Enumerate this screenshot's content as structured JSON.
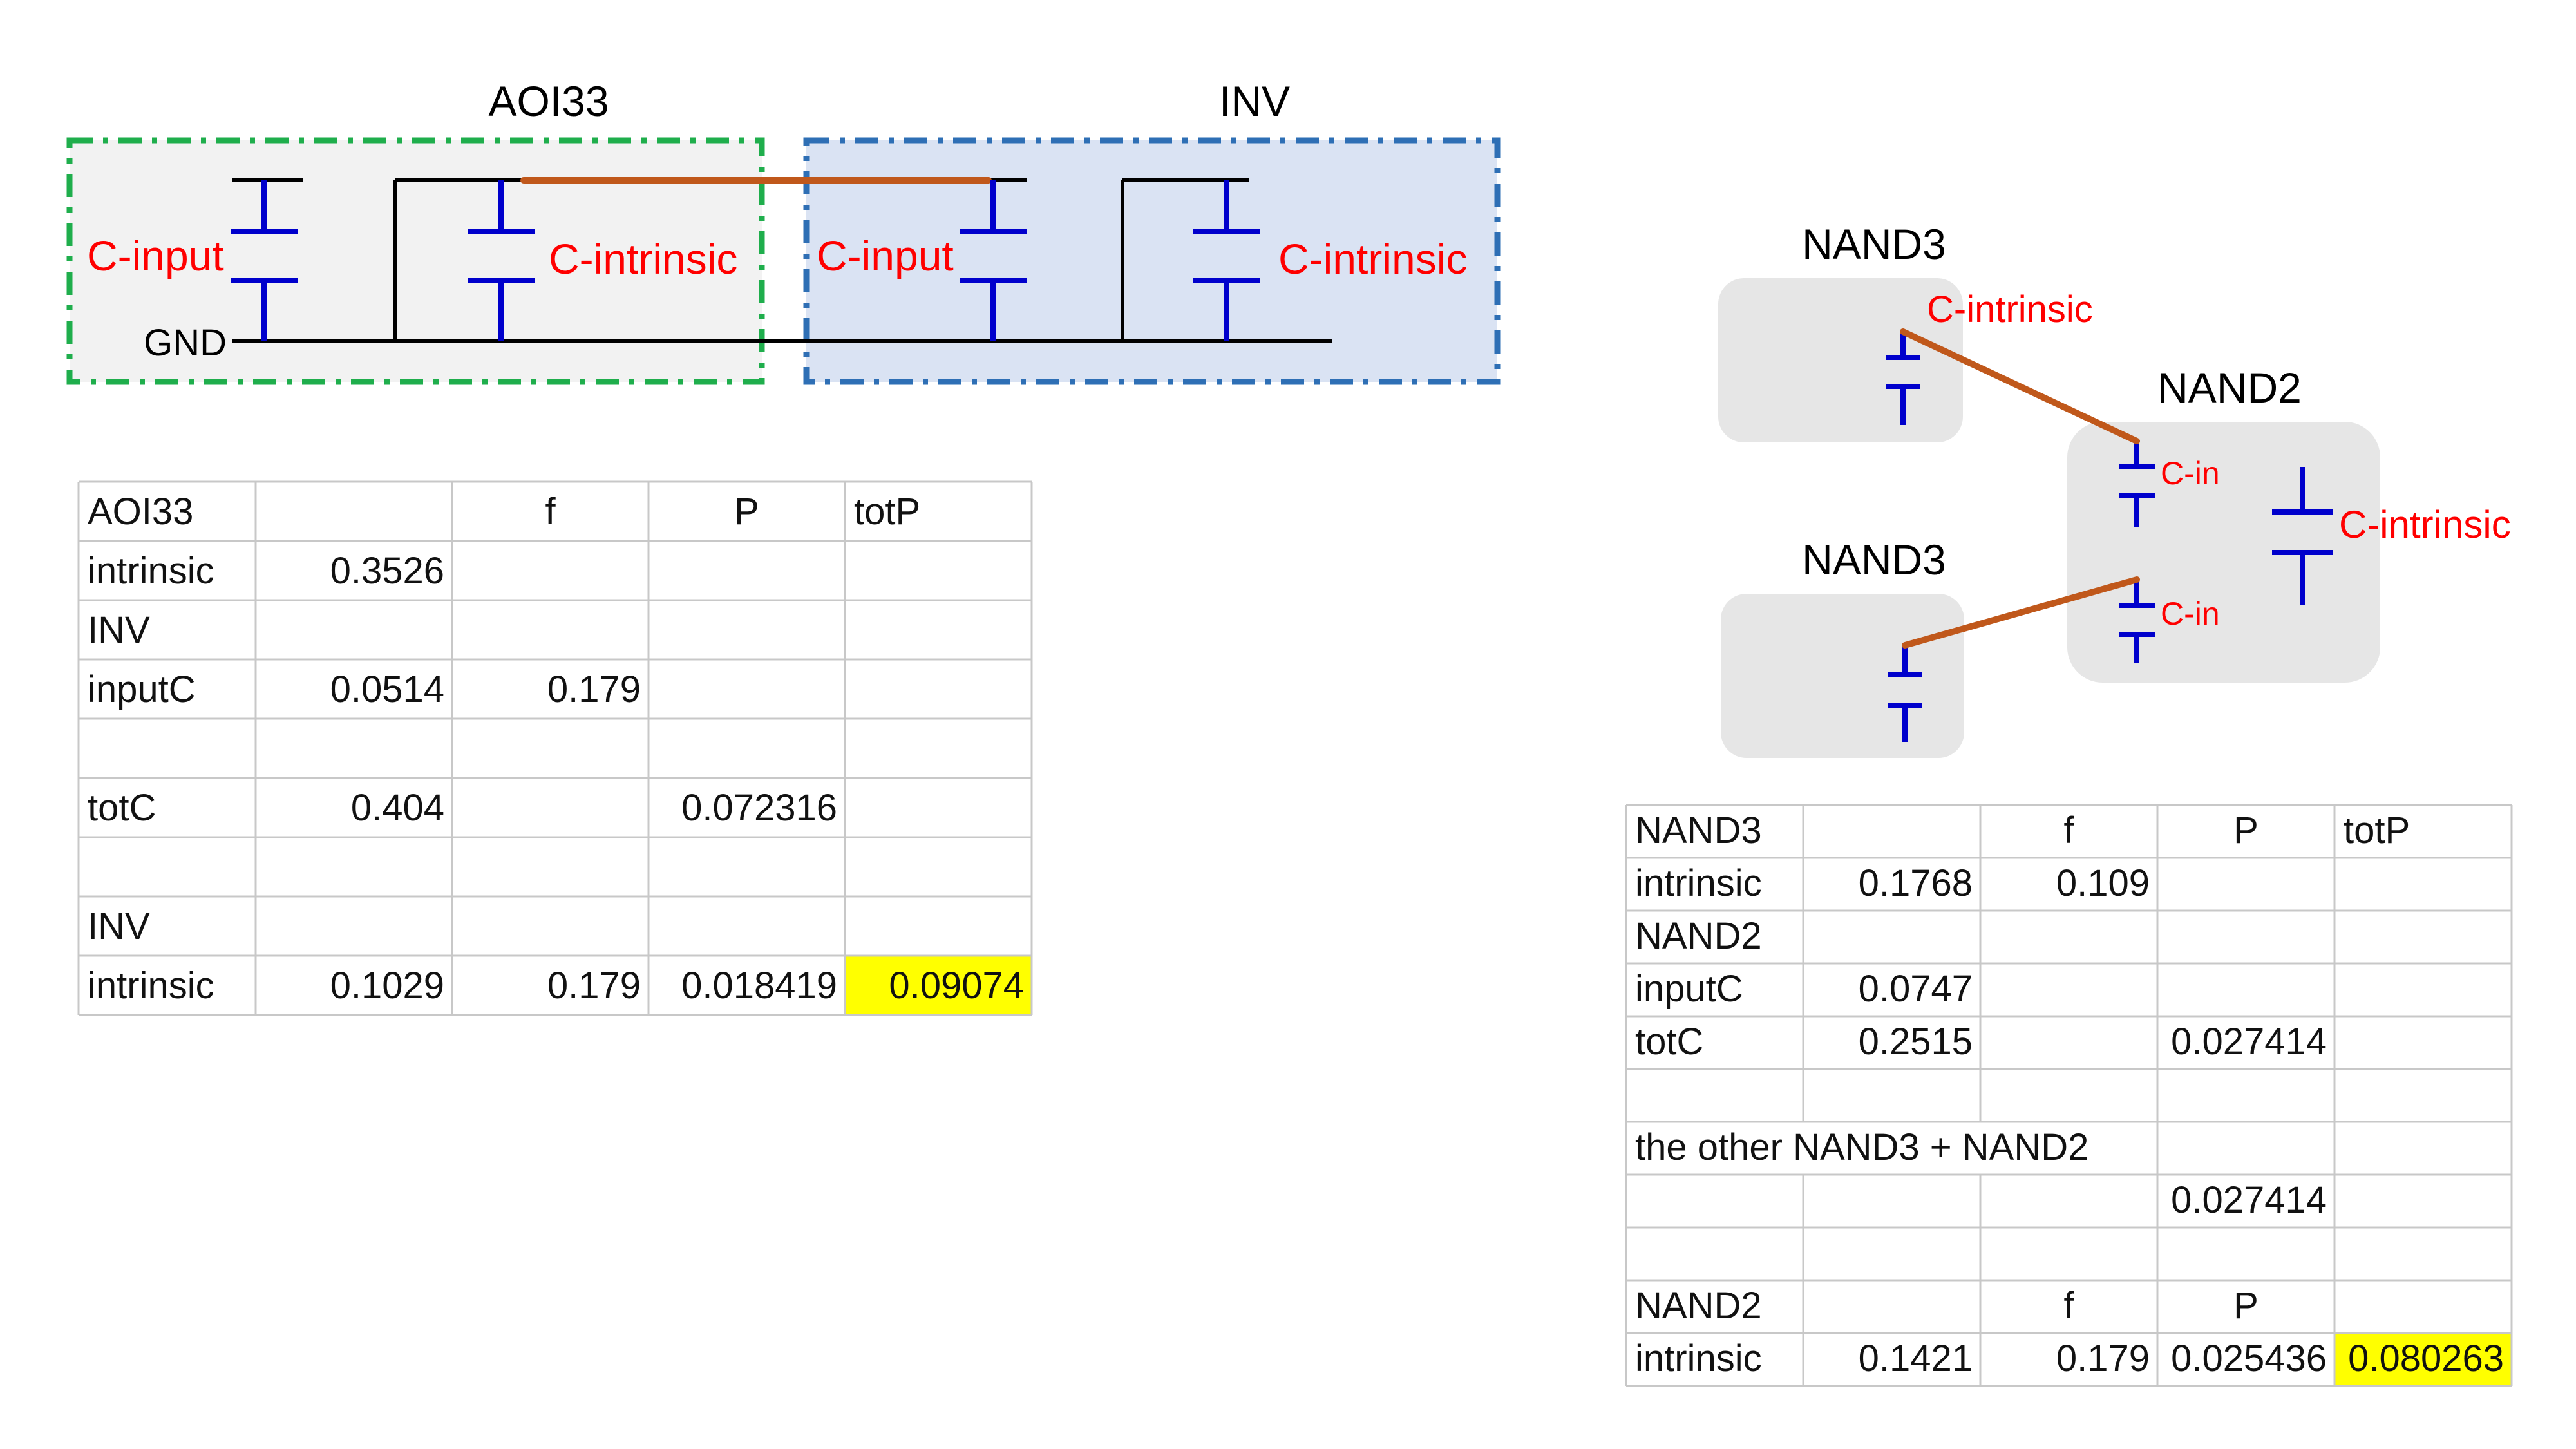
{
  "circuit_left": {
    "aoi_title": "AOI33",
    "inv_title": "INV",
    "c_input_1": "C-input",
    "c_intrinsic_1": "C-intrinsic",
    "c_input_2": "C-input",
    "c_intrinsic_2": "C-intrinsic",
    "gnd": "GND",
    "colors": {
      "aoi_border": "#1fae4c",
      "inv_border": "#2e6fb5",
      "aoi_fill": "#f2f2f2",
      "inv_fill": "#dae3f3",
      "wire_orange": "#c0581b",
      "cap_blue": "#0000cc",
      "label_red": "#ff0000"
    }
  },
  "circuit_right": {
    "nand3_top": "NAND3",
    "nand3_bottom": "NAND3",
    "nand2": "NAND2",
    "c_intrinsic_top": "C-intrinsic",
    "c_in_1": "C-in",
    "c_in_2": "C-in",
    "c_intrinsic_nand2": "C-intrinsic",
    "colors": {
      "block_fill": "#e6e6e6"
    }
  },
  "table_left": {
    "rows": [
      [
        "AOI33",
        "",
        "f",
        "P",
        "totP"
      ],
      [
        "intrinsic",
        "0.3526",
        "",
        "",
        ""
      ],
      [
        "INV",
        "",
        "",
        "",
        ""
      ],
      [
        "inputC",
        "0.0514",
        "0.179",
        "",
        ""
      ],
      [
        "",
        "",
        "",
        "",
        ""
      ],
      [
        "totC",
        "0.404",
        "",
        "0.072316",
        ""
      ],
      [
        "",
        "",
        "",
        "",
        ""
      ],
      [
        "INV",
        "",
        "",
        "",
        ""
      ],
      [
        "intrinsic",
        "0.1029",
        "0.179",
        "0.018419",
        "0.09074"
      ]
    ],
    "highlight": "#ffff00"
  },
  "table_right": {
    "rows": [
      [
        "NAND3",
        "",
        "f",
        "P",
        "totP"
      ],
      [
        "intrinsic",
        "0.1768",
        "0.109",
        "",
        ""
      ],
      [
        "NAND2",
        "",
        "",
        "",
        ""
      ],
      [
        "inputC",
        "0.0747",
        "",
        "",
        ""
      ],
      [
        "totC",
        "0.2515",
        "",
        "0.027414",
        ""
      ],
      [
        "",
        "",
        "",
        "",
        ""
      ],
      [
        "the other NAND3 + NAND2",
        "",
        "",
        "",
        ""
      ],
      [
        "",
        "",
        "",
        "0.027414",
        ""
      ],
      [
        "",
        "",
        "",
        "",
        ""
      ],
      [
        "NAND2",
        "",
        "f",
        "P",
        ""
      ],
      [
        "intrinsic",
        "0.1421",
        "0.179",
        "0.025436",
        "0.080263"
      ]
    ],
    "highlight": "#ffff00"
  }
}
